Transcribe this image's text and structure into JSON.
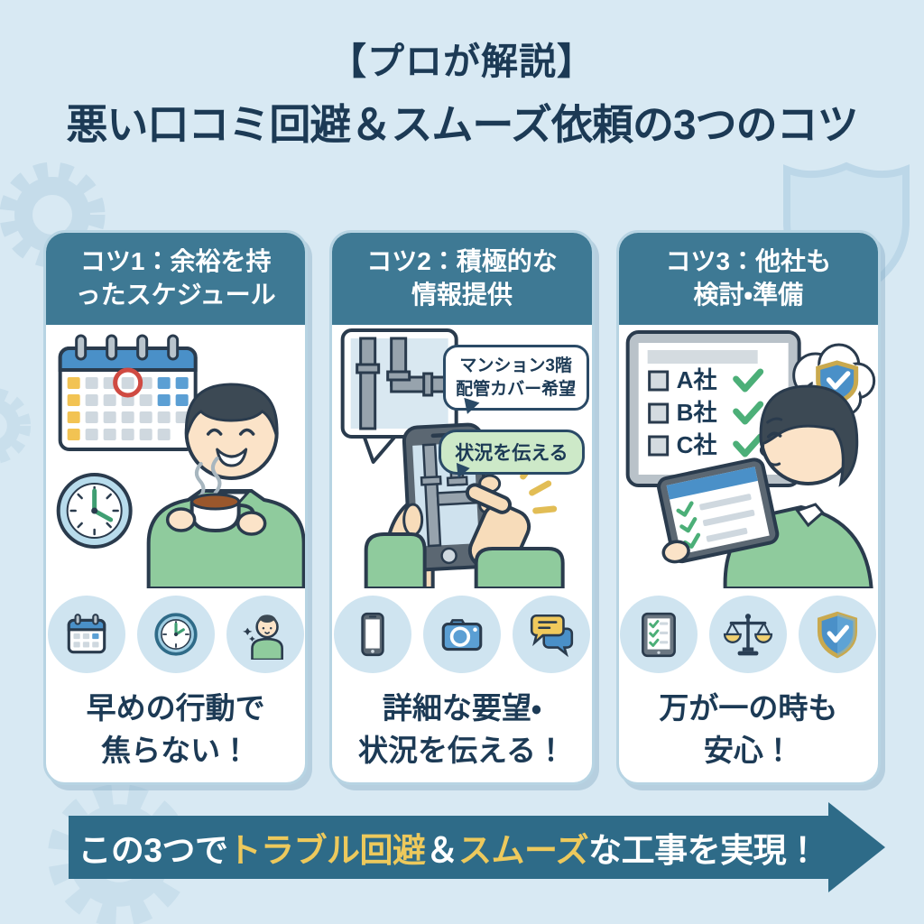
{
  "title": {
    "line1": "【プロが解説】",
    "line2": "悪い口コミ回避＆スムーズ依頼の3つのコツ"
  },
  "cards": [
    {
      "header_line1": "コツ1：余裕を持",
      "header_line2": "ったスケジュール",
      "caption_line1": "早めの行動で",
      "caption_line2": "焦らない！",
      "icons": [
        "calendar-icon",
        "clock-icon",
        "person-icon"
      ]
    },
    {
      "header_line1": "コツ2：積極的な",
      "header_line2": "情報提供",
      "bubble1_line1": "マンション3階",
      "bubble1_line2": "配管カバー希望",
      "bubble2": "状況を伝える",
      "caption_line1": "詳細な要望・",
      "caption_line2": "状況を伝える！",
      "icons": [
        "smartphone-icon",
        "camera-icon",
        "chat-icon"
      ]
    },
    {
      "header_line1": "コツ3：他社も",
      "header_line2": "検討・準備",
      "checklist": [
        "A社",
        "B社",
        "C社"
      ],
      "caption_line1": "万が一の時も",
      "caption_line2": "安心！",
      "icons": [
        "tablet-checklist-icon",
        "scale-icon",
        "shield-check-icon"
      ]
    }
  ],
  "banner": {
    "segments": [
      {
        "text": "この3つで",
        "color": "#ffffff"
      },
      {
        "text": "トラブル回避",
        "color": "#edc95c"
      },
      {
        "text": "＆",
        "color": "#ffffff"
      },
      {
        "text": "スムーズ",
        "color": "#edc95c"
      },
      {
        "text": "な工事を実現！",
        "color": "#ffffff"
      }
    ]
  },
  "colors": {
    "background": "#d8e9f3",
    "card_header": "#3e7994",
    "banner": "#2e6b88",
    "accent_yellow": "#edc95c",
    "title_text": "#1c3a55",
    "icon_circle_bg": "#cfe4f0",
    "sweater_green": "#8fcb9d",
    "check_green": "#4caf78",
    "calendar_blue": "#4a90c8"
  }
}
